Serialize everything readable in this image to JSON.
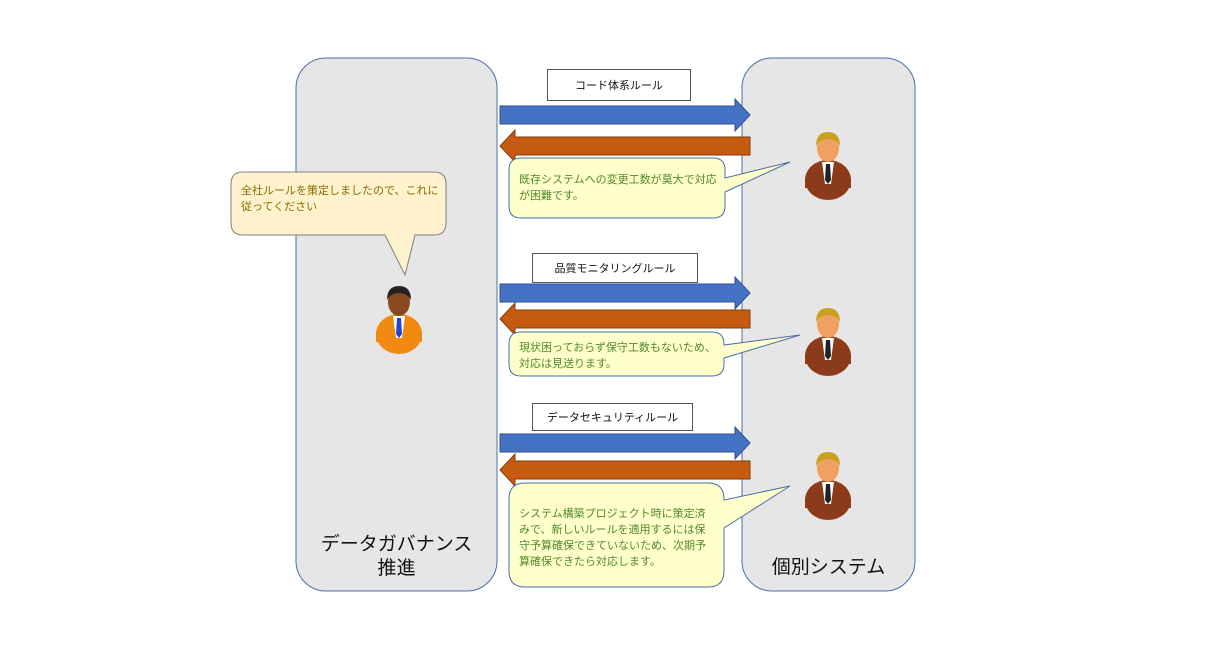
{
  "left_panel": {
    "title_line1": "データガバナンス",
    "title_line2": "推進"
  },
  "right_panel": {
    "title": "個別システム"
  },
  "governance_bubble": "全社ルールを策定しましたので、これに従ってください",
  "rules": [
    {
      "label": "コード体系ルール",
      "reply": "既存システムへの変更工数が莫大で対応が困難です。"
    },
    {
      "label": "品質モニタリングルール",
      "reply": "現状困っておらず保守工数もないため、対応は見送ります。"
    },
    {
      "label": "データセキュリティルール",
      "reply": "システム構築プロジェクト時に策定済みで、新しいルールを適用するには保守予算確保できていないため、次期予算確保できたら対応します。"
    }
  ],
  "colors": {
    "panel": "#e7e6e6",
    "border": "#4a6fa5",
    "blue_arrow": "#4472c4",
    "orange_arrow": "#c55a11",
    "bubble_left": "#fff2cc",
    "bubble_right": "#ffffcc"
  }
}
